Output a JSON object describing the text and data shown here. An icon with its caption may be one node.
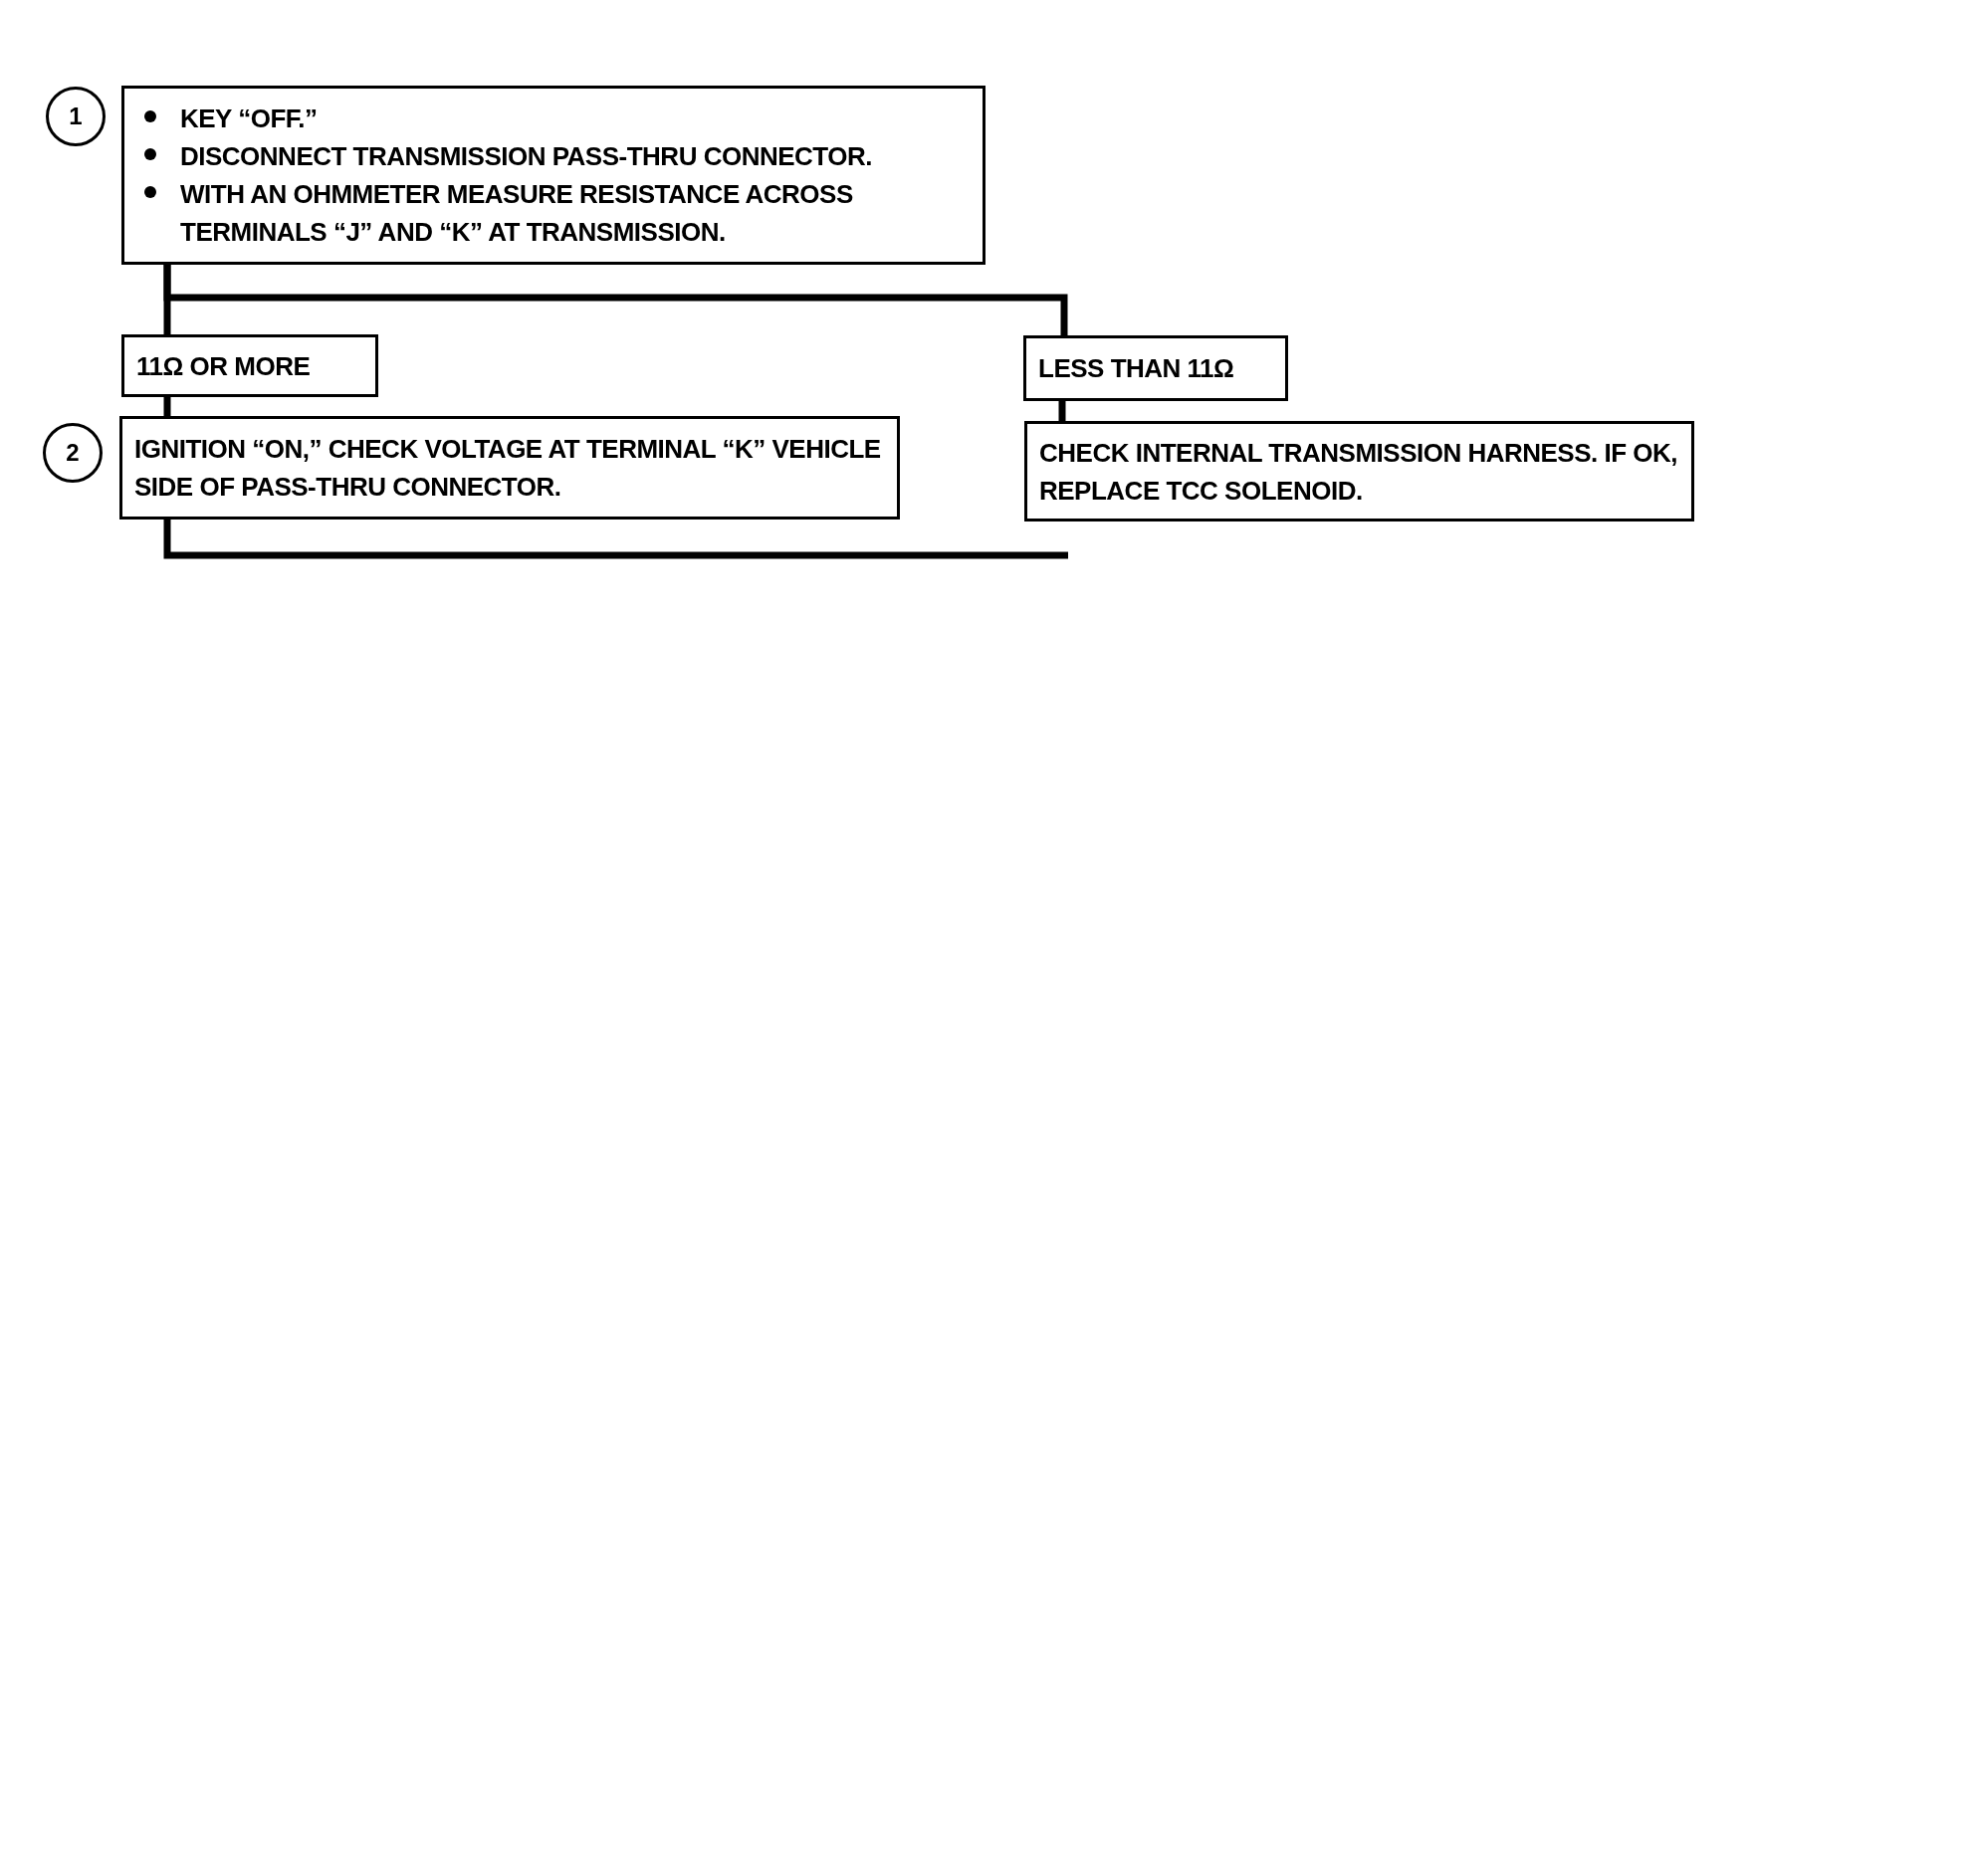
{
  "diagram": {
    "nodes": [
      {
        "text": [
          "1"
        ]
      },
      {
        "text": [
          "KEY “OFF.”",
          "DISCONNECT TRANSMISSION PASS-THRU CONNECTOR.",
          "WITH AN OHMMETER MEASURE RESISTANCE ACROSS TERMINALS “J” AND “K” AT TRANSMISSION."
        ]
      },
      {
        "text": [
          "11Ω OR MORE"
        ]
      },
      {
        "text": [
          "LESS THAN 11Ω"
        ]
      },
      {
        "text": [
          "2"
        ]
      },
      {
        "text": [
          "IGNITION “ON,” CHECK VOLTAGE AT TERMINAL “K” VEHICLE SIDE OF PASS-THRU CONNECTOR."
        ]
      },
      {
        "text": [
          "CHECK INTERNAL TRANSMISSION HARNESS. IF OK, REPLACE TCC SOLENOID."
        ]
      }
    ],
    "edges": [
      {
        "from": 1,
        "to": 2,
        "arrow": "none"
      },
      {
        "from": 1,
        "to": 3,
        "arrow": "none"
      },
      {
        "from": 2,
        "to": 5,
        "arrow": "none"
      },
      {
        "from": 3,
        "to": 6,
        "arrow": "none"
      },
      {
        "from": 5,
        "to": null,
        "arrow": "none"
      }
    ]
  }
}
